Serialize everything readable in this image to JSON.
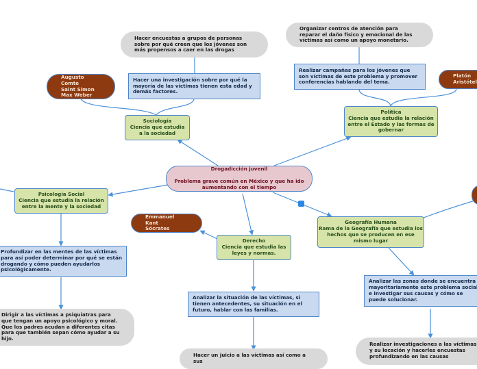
{
  "central": {
    "title": "Drogadicción juvenil",
    "subtitle": "Problema grave común en México y que ha ido aumentando con el tiempo"
  },
  "sociologia": {
    "label": "Sociología\nCiencia que estudia\na la sociedad",
    "authors": "Augusto Comte\nSaint Simon\nMax Weber",
    "task1": "Hacer una investigación sobre por qué la mayoría de las víctimas tienen esta edad y demás factores.",
    "task2": "Hacer encuestas a grupos de personas sobre por qué creen que los jóvenes son más propensos a caer en las drogas"
  },
  "politica": {
    "label": "Política\nCiencia que estudia la relación entre el Estado y las formas de gobernar",
    "authors": "Platón\nAristóteles",
    "task1": "Realizar campañas para los jóvenes que son víctimas de este problema y promover conferencias hablando del tema.",
    "task2": "Organizar centros de atención para reparar el daño físico y emocional de las víctimas así como un apoyo monetario."
  },
  "psicologia": {
    "label": "Psicología Social\nCiencia que estudia la relación entre la mente y la sociedad",
    "task1": "Profundizar en las mentes de las víctimas para así poder determinar por qué se están drogando y cómo pueden ayudarlos psicológicamente.",
    "task2": "Dirigir a las víctimas a psiquiatras para que tengan un apoyo psicológico y moral.\nQue los padres acudan a diferentes citas para que también sepan cómo ayudar a su hijo."
  },
  "derecho": {
    "label": "Derecho\nCiencia que estudia las leyes y normas.",
    "authors": "Emmanuel Kant\nSócrates",
    "task1": "Analizar la situación de las víctimas, si tienen antecedentes, su situación en el futuro, hablar con las familias.",
    "task2": "Hacer un juicio a las víctimas así como a sus"
  },
  "geografia": {
    "label": "Geografía Humana\nRama de la Geografía que estudia los hechos que se producen en ese mismo lugar",
    "task1": "Analizar las zonas donde se encuentra mayoritariamente este problema social e investigar sus causas y cómo se puede solucionar.",
    "task2": "Realizar investigaciones a las víctimas y su locación y hacerles encuestas profundizando en las causas"
  },
  "colors": {
    "edge": "#4a90d9",
    "center_fill": "#e7c8cf",
    "green_fill": "#d6e4a9",
    "blue_fill": "#c8d9f0",
    "gray_fill": "#d9d9d9",
    "brown_fill": "#8e3a10"
  }
}
